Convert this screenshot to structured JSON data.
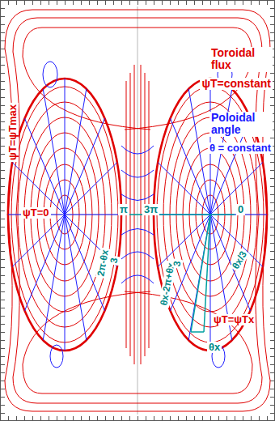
{
  "diagram": {
    "labels": [
      "Toroidal flux",
      "ψT=constant",
      "Poloidal angle",
      "θ = constant",
      "ψT=ψTmax",
      "ψT=0",
      "π",
      "3π",
      "0",
      "2π-θx",
      "3",
      "θx-2π+θx",
      "3",
      "θx/3",
      "ψT=ψTx",
      "θx"
    ]
  }
}
